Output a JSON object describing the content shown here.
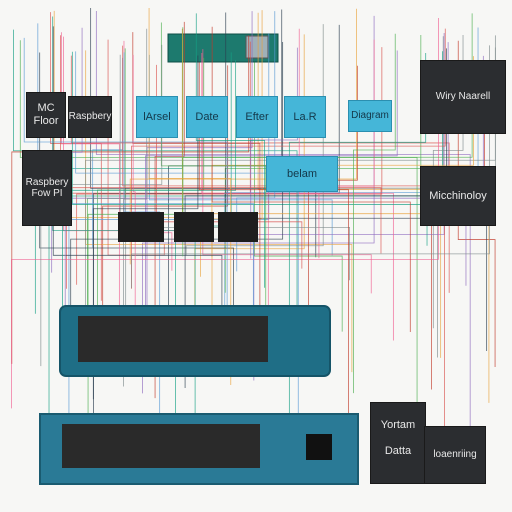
{
  "labels": {
    "mc_floor": "MC\nFloor",
    "raspberry_top": "Raspbery",
    "raspberry_pi": "Raspbery\nFow PI",
    "iarsel": "lArsel",
    "date": "Date",
    "efter": "Efter",
    "lar": "La.R",
    "diagram": "Diagram",
    "belam": "belam",
    "wiry_naarell": "Wiry Naarell",
    "micchinoloy": "Micchinoloy",
    "yortam": "Yortam",
    "datta": "Datta",
    "loaenriing": "loaenriing"
  },
  "colors": {
    "board": "#1f6e86",
    "board_edge": "#155468",
    "header_dark": "#2b2d30",
    "module_blue": "#45b6d8",
    "pcb_green": "#1d7a6e",
    "background": "#f7f7f5"
  }
}
